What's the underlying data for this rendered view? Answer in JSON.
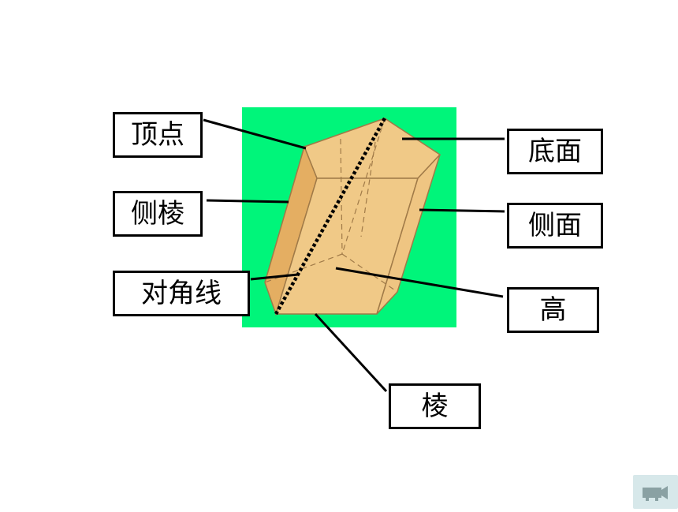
{
  "labels": {
    "vertex": "顶点",
    "lateral_edge": "侧棱",
    "diagonal": "对角线",
    "base_face": "底面",
    "lateral_face": "侧面",
    "height": "高",
    "edge": "棱"
  },
  "colors": {
    "background_panel": "#00f57a",
    "prism_face": "#f0c987",
    "prism_side_dark": "#e4ae62",
    "prism_edge": "#a07a48",
    "leader_line": "#000000",
    "nav_button": "#d7e8ea"
  },
  "icons": {
    "nav": "projector-icon"
  }
}
